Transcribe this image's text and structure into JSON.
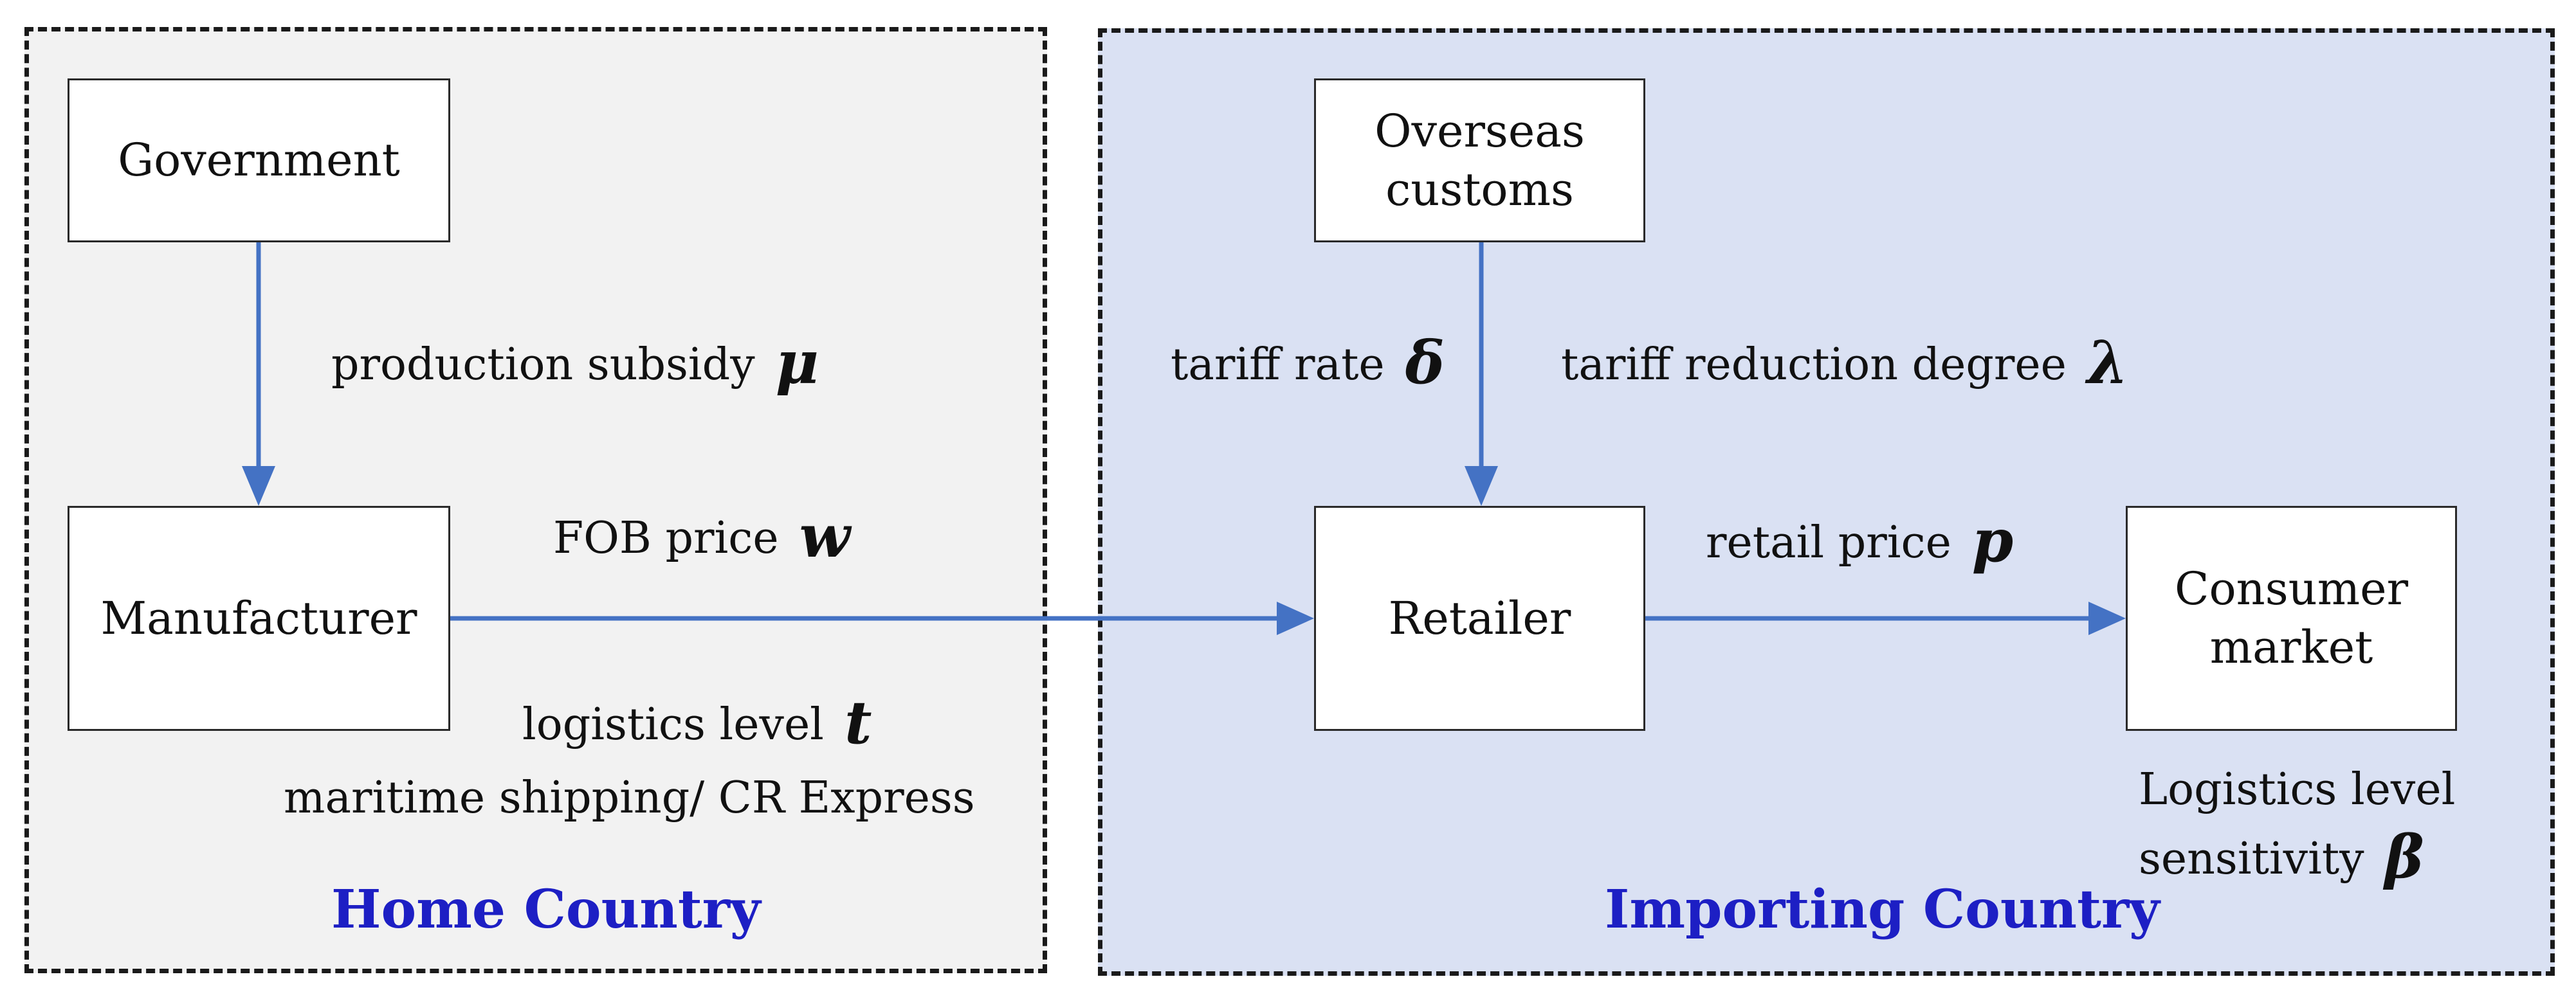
{
  "regions": {
    "home": "Home Country",
    "importing": "Importing Country"
  },
  "nodes": {
    "government": "Government",
    "manufacturer": "Manufacturer",
    "overseas_customs": "Overseas\ncustoms",
    "retailer": "Retailer",
    "consumer_market": "Consumer\nmarket"
  },
  "labels": {
    "production_subsidy": {
      "text": "production subsidy",
      "symbol": "μ"
    },
    "fob_price": {
      "text": "FOB price",
      "symbol": "w"
    },
    "logistics_level": {
      "text": "logistics level",
      "symbol": "t"
    },
    "shipping_mode": "maritime shipping/ CR Express",
    "tariff_rate": {
      "text": "tariff rate",
      "symbol": "δ"
    },
    "tariff_reduction": {
      "text": "tariff reduction degree",
      "symbol": "λ"
    },
    "retail_price": {
      "text": "retail price",
      "symbol": "p"
    },
    "sensitivity_line1": "Logistics level",
    "sensitivity_line2": {
      "text": "sensitivity",
      "symbol": "β"
    }
  },
  "colors": {
    "arrow": "#4472c4",
    "region_title": "#1d1fc4",
    "home_fill": "#f2f2f2",
    "importing_fill": "#dae1f3"
  }
}
